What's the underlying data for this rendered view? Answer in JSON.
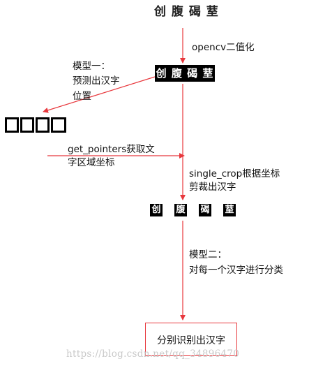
{
  "colors": {
    "arrow": "#e8383d",
    "text": "#111111",
    "watermark": "#c9c9c9"
  },
  "captcha_original": "创 腹 碣 荎",
  "captcha_binarized": "创 腹 碣 荎",
  "segmented_chars": [
    "创",
    "腹",
    "碣",
    "荎"
  ],
  "steps": {
    "binarize": "opencv二值化",
    "model1": [
      "模型一：",
      "预测出汉字",
      "位置"
    ],
    "get_pointers": [
      "get_pointers获取文",
      "字区域坐标"
    ],
    "single_crop": [
      "single_crop根据坐标",
      "剪裁出汉字"
    ],
    "model2": [
      "模型二：",
      "对每一个汉字进行分类"
    ]
  },
  "result": "分别识别出汉字",
  "watermark": "https://blog.csdn.net/qq_34896470"
}
